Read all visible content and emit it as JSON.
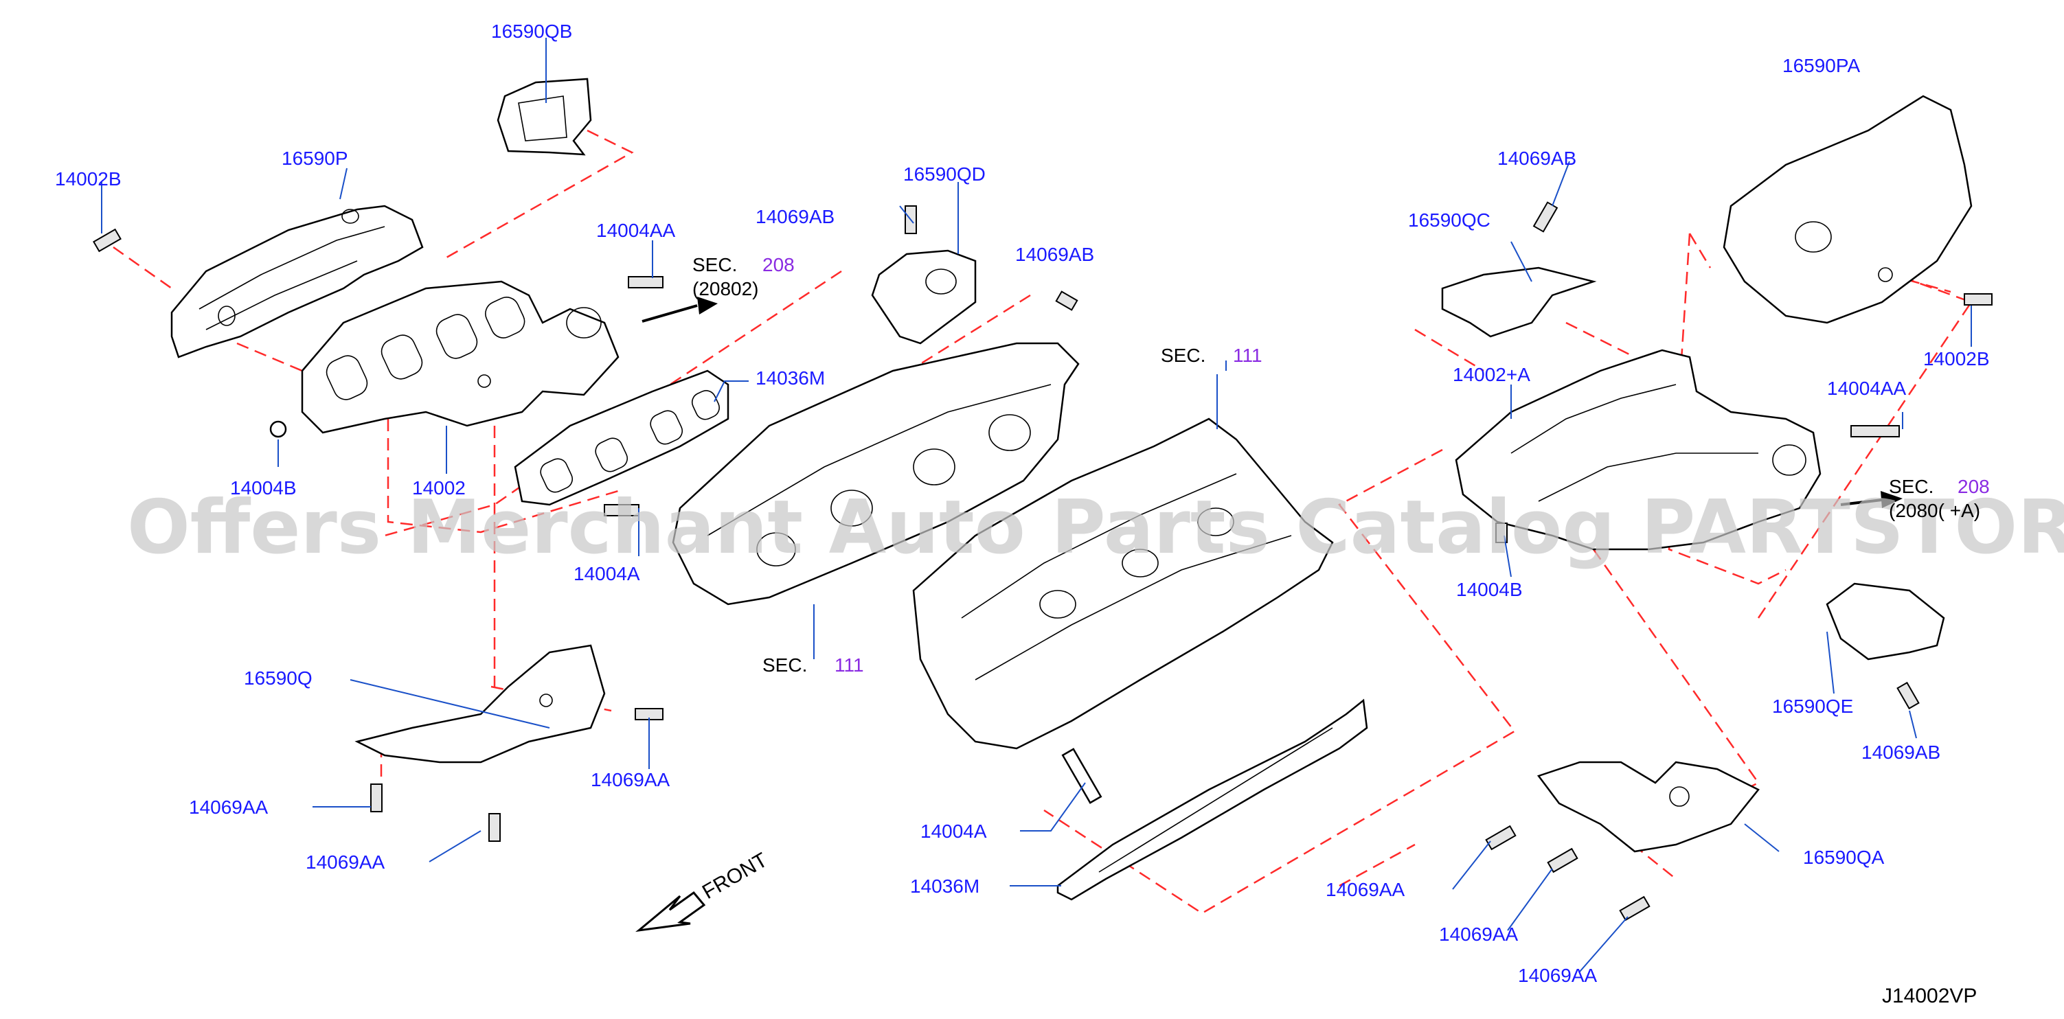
{
  "diagram_code": "J14002VP",
  "watermark": "Offers Merchant Auto Parts Catalog PARTSTORE.SA",
  "front_label": "FRONT",
  "colors": {
    "part_label": "#1a1aff",
    "sec_number": "#8a2be2",
    "dashed_line": "#ff2a2a",
    "leader_line": "#1a50c8"
  },
  "labels": {
    "p16590QB": "16590QB",
    "p16590P": "16590P",
    "p14002B_left": "14002B",
    "p14004AA_left": "14004AA",
    "p16590QD": "16590QD",
    "p14069AB_mid1": "14069AB",
    "p14069AB_mid2": "14069AB",
    "p14036M_top": "14036M",
    "p14004B_left": "14004B",
    "p14002": "14002",
    "p14004A_left": "14004A",
    "p16590Q": "16590Q",
    "p14069AA_l1": "14069AA",
    "p14069AA_l2": "14069AA",
    "p14069AA_l3": "14069AA",
    "p14004A_mid": "14004A",
    "p14036M_bottom": "14036M",
    "p16590PA": "16590PA",
    "p14069AB_r1": "14069AB",
    "p16590QC": "16590QC",
    "p14002B_right": "14002B",
    "p14002A_right": "14002+A",
    "p14004AA_right": "14004AA",
    "p14004B_right": "14004B",
    "p16590QE": "16590QE",
    "p14069AB_r2": "14069AB",
    "p16590QA": "16590QA",
    "p14069AA_r1": "14069AA",
    "p14069AA_r2": "14069AA",
    "p14069AA_r3": "14069AA"
  },
  "sections": {
    "sec208_left": {
      "prefix": "SEC.",
      "number": "208",
      "sub": "(20802)"
    },
    "sec111_left": {
      "prefix": "SEC.",
      "number": "111"
    },
    "sec111_right": {
      "prefix": "SEC.",
      "number": "111"
    },
    "sec208_right": {
      "prefix": "SEC.",
      "number": "208",
      "sub": "(2080( +A)"
    }
  }
}
